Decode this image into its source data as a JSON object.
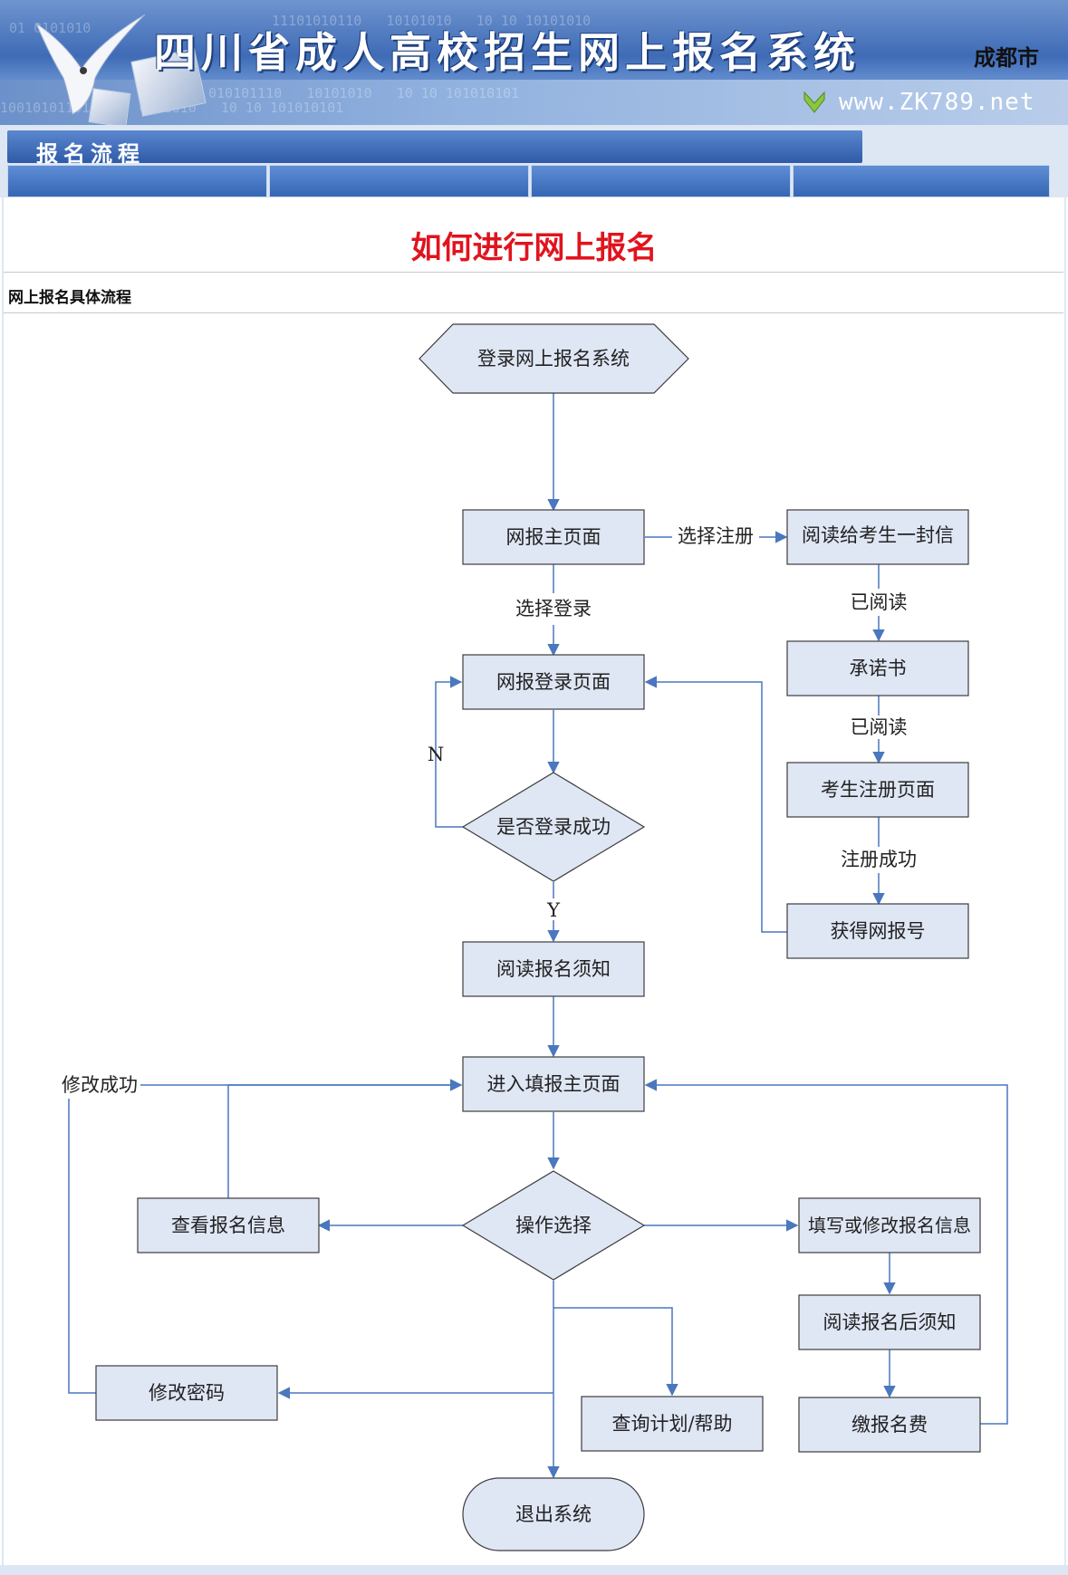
{
  "header": {
    "site_title": "四川省成人高校招生网上报名系统",
    "city": "成都市",
    "url": "www.ZK789.net"
  },
  "section": {
    "title": "报名流程",
    "subtabs": [
      "",
      "",
      "",
      ""
    ]
  },
  "main": {
    "heading": "如何进行网上报名",
    "subheading": "网上报名具体流程"
  },
  "flowchart": {
    "nodes": {
      "login_system": "登录网上报名系统",
      "main_page": "网报主页面",
      "read_letter": "阅读给考生一封信",
      "promise": "承诺书",
      "register_page": "考生注册页面",
      "get_number": "获得网报号",
      "login_page": "网报登录页面",
      "login_ok": "是否登录成功",
      "read_notice": "阅读报名须知",
      "fill_main": "进入填报主页面",
      "operation": "操作选择",
      "view_info": "查看报名信息",
      "fill_info": "填写或修改报名信息",
      "read_after": "阅读报名后须知",
      "pay_fee": "缴报名费",
      "change_pwd": "修改密码",
      "query_help": "查询计划/帮助",
      "exit": "退出系统"
    },
    "edges": {
      "choose_register": "选择注册",
      "choose_login": "选择登录",
      "read1": "已阅读",
      "read2": "已阅读",
      "register_ok": "注册成功",
      "no": "N",
      "yes": "Y",
      "modify_ok": "修改成功"
    }
  },
  "colors": {
    "node_fill": "#dfe6f4",
    "edge": "#4a77bd",
    "heading": "#e0141e"
  }
}
